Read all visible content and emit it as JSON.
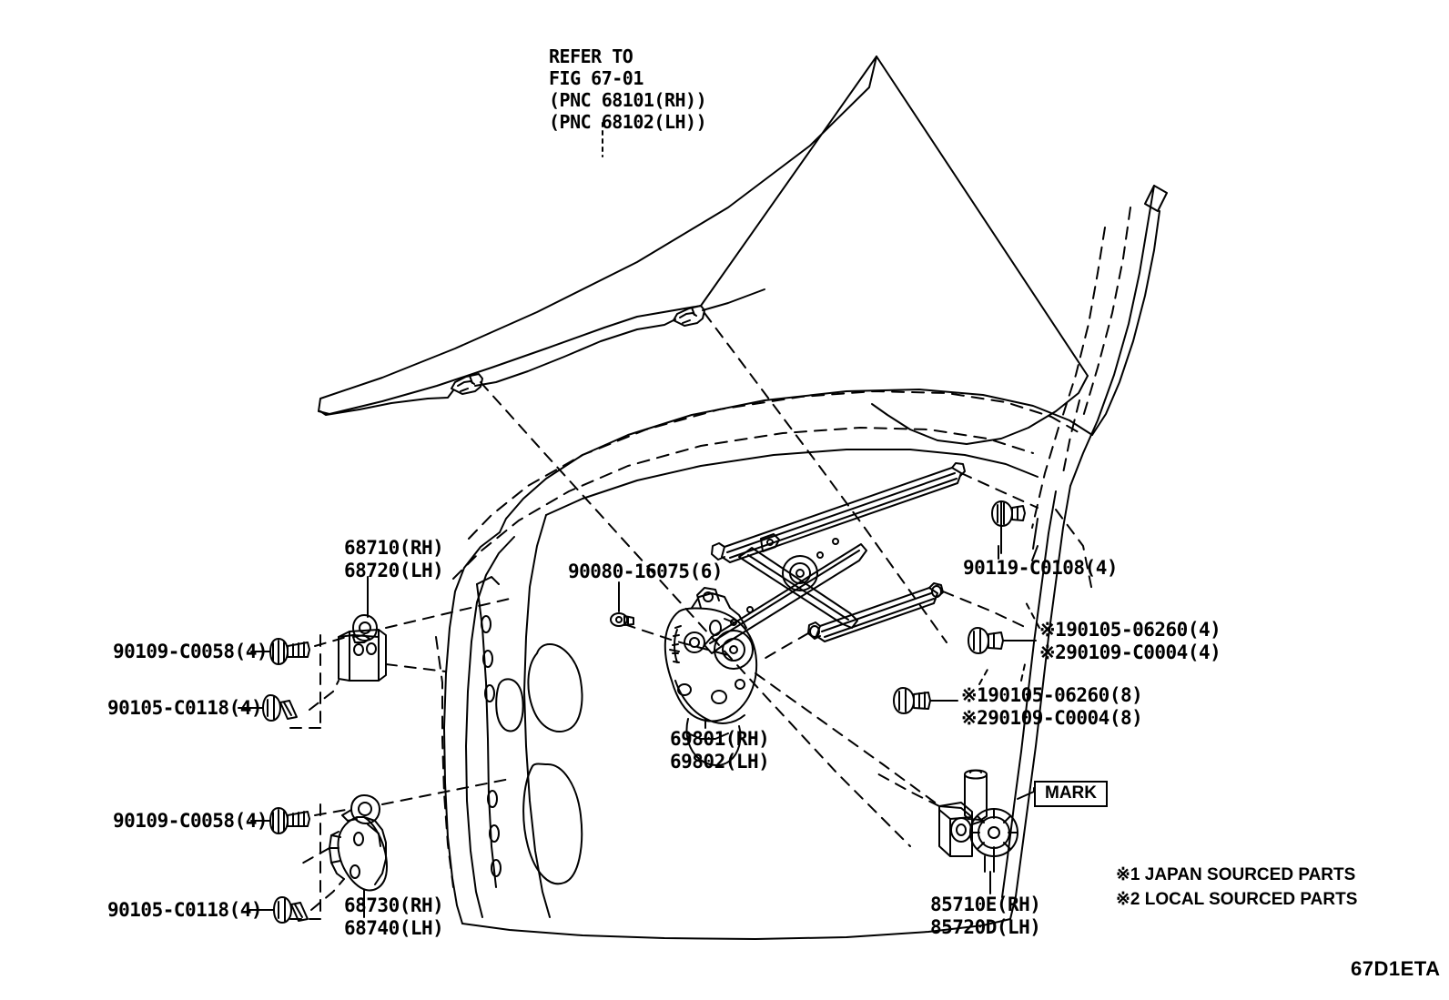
{
  "diagram": {
    "figure_code": "67D1ETA",
    "title_note": {
      "line1": "REFER TO",
      "line2": "FIG 67-01",
      "line3": "(PNC 68101(RH))",
      "line4": "(PNC 68102(LH))"
    },
    "mark_callout": "MARK",
    "legend": {
      "note1": "※1 JAPAN SOURCED PARTS",
      "note2": "※2 LOCAL SOURCED PARTS"
    },
    "labels": {
      "hinge_upper": {
        "rh": "68710(RH)",
        "lh": "68720(LH)"
      },
      "hinge_lower": {
        "rh": "68730(RH)",
        "lh": "68740(LH)"
      },
      "regulator": {
        "rh": "69801(RH)",
        "lh": "69802(LH)"
      },
      "motor": {
        "rh": "85710E(RH)",
        "lh": "85720D(LH)"
      },
      "bolt_hinge_upper": "90109-C0058(4)",
      "bolt_hinge_upper_lower": "90105-C0118(4)",
      "bolt_hinge_lower": "90109-C0058(4)",
      "bolt_hinge_lower_lower": "90105-C0118(4)",
      "clip_glass": "90080-16075(6)",
      "nut_rail": "90119-C0108(4)",
      "bolt_rail_j": "※190105-06260(4)",
      "bolt_rail_l": "※290109-C0004(4)",
      "bolt_reg_j": "※190105-06260(8)",
      "bolt_reg_l": "※290109-C0004(8)"
    }
  }
}
